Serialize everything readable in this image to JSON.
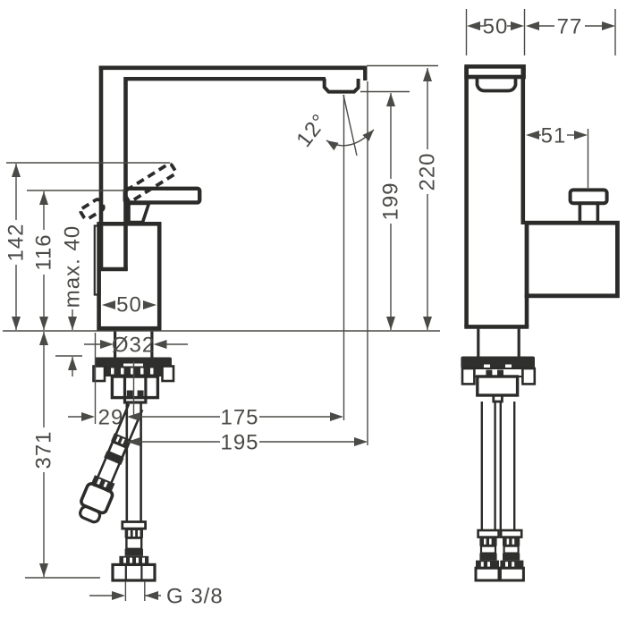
{
  "drawing": {
    "title": "Single-lever basin mixer faucet — dimensional technical drawing, front and side views",
    "ink_color": "#2b2b29",
    "dimension_color": "#4a4a47",
    "background_color": "#ffffff",
    "labels": {
      "depth_spout": "50",
      "depth_handle": "77",
      "handle_offset": "51",
      "spray_angle": "12°",
      "height_outlet": "199",
      "height_total": "220",
      "height_handle_max": "142",
      "height_lever": "116",
      "max_mounting": "max. 40",
      "body_width": "50",
      "tailpiece_diameter": "Ø32",
      "offset_left": "29",
      "reach_outlet": "175",
      "reach_total": "195",
      "hose_drop": "371",
      "thread": "G 3/8"
    }
  }
}
